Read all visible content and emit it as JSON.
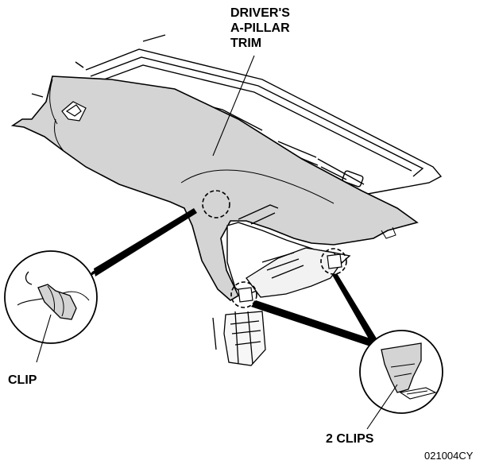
{
  "labels": {
    "trim_line1": "DRIVER'S",
    "trim_line2": "A-PILLAR",
    "trim_line3": "TRIM",
    "clip": "CLIP",
    "two_clips": "2 CLIPS"
  },
  "figure_code": "021004CY",
  "colors": {
    "trim_fill": "#d4d4d4",
    "outline": "#000000",
    "background": "#ffffff"
  }
}
